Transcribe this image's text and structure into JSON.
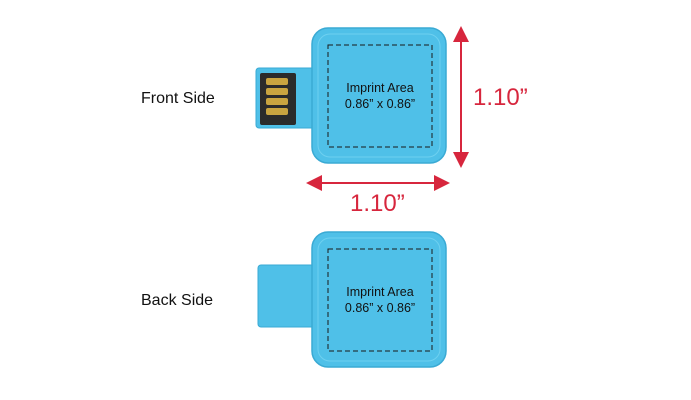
{
  "front": {
    "label": "Front Side",
    "imprint_title": "Imprint Area",
    "imprint_size": "0.86” x 0.86”"
  },
  "back": {
    "label": "Back Side",
    "imprint_title": "Imprint Area",
    "imprint_size": "0.86” x 0.86”"
  },
  "dimensions": {
    "height": "1.10”",
    "width": "1.10”"
  },
  "colors": {
    "body": "#4fc0e8",
    "body_edge": "#3aaad4",
    "arrow": "#d7263d",
    "connector_gold": "#b8962e"
  }
}
